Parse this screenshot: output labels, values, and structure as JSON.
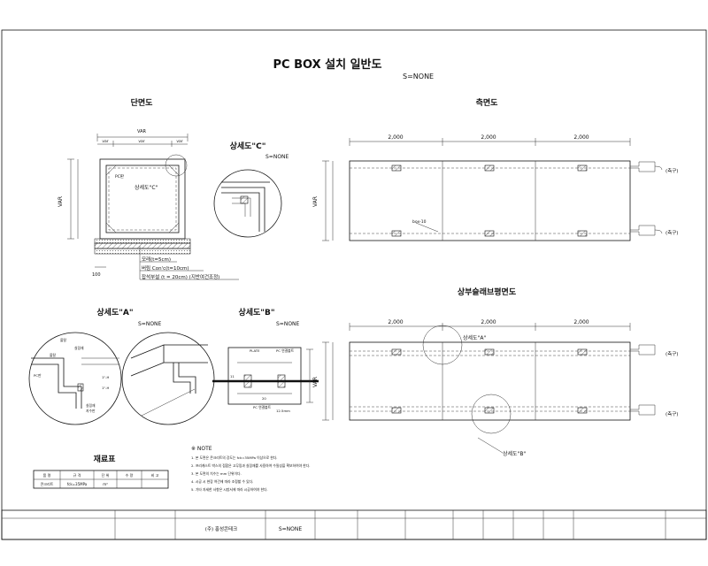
{
  "title": "PC BOX 설치 일반도",
  "scale": "S=NONE",
  "section": {
    "title": "단면도",
    "dim_top": "VAR",
    "dim_sub": [
      "var",
      "var",
      "var"
    ],
    "dim_side": "VAR",
    "dim_100": "100",
    "label_pc": "PC판",
    "label_detail_c": "상세도\"C\"",
    "layers": [
      "모래(t=5cm)",
      "버림 Con'c(t=10cm)",
      "잡석부설 (t = 20cm) (지반여건조정)"
    ]
  },
  "detail_c": {
    "title": "상세도\"C\"",
    "scale": "S=NONE"
  },
  "side": {
    "title": "측면도",
    "dims": [
      "2,000",
      "2,000",
      "2,000"
    ],
    "dim_side": "VAR",
    "rebar_note": "box-10",
    "end_labels": [
      "(측구)",
      "(측구)"
    ]
  },
  "detail_a": {
    "title": "상세도\"A\"",
    "scale": "S=NONE",
    "labels": [
      "몰탈",
      "실링재",
      "몰탈",
      "PC판",
      "1\"-H",
      "1\"-H",
      "실링재",
      "지수판"
    ]
  },
  "detail_b": {
    "title": "상세도\"B\"",
    "scale": "S=NONE",
    "labels": [
      "PLATE",
      "PC 연결볼트",
      "11",
      "20",
      "PC 연결볼트",
      "12.5mm"
    ]
  },
  "plan": {
    "title": "상부슬래브평면도",
    "dims": [
      "2,000",
      "2,000",
      "2,000"
    ],
    "dim_side": "VAR",
    "label_a": "상세도\"A\"",
    "label_b": "상세도\"B\"",
    "end_labels": [
      "(측구)",
      "(측구)"
    ]
  },
  "materials": {
    "title": "재료표",
    "headers": [
      "품 명",
      "규 격",
      "단 위",
      "수 량",
      "비 고"
    ],
    "row": [
      "콘크리트",
      "fck=35MPa",
      "m³",
      "",
      ""
    ]
  },
  "notes": {
    "title": "※ NOTE",
    "items": [
      "1. 본 도면은 콘크리트의 강도는 fck=35MPa 이상으로 한다.",
      "2. 프리캐스트 박스의 접합은 고무링과 실링재를 사용하여 수밀성을 확보하여야 한다.",
      "3. 본 도면의 치수는 mm 단위이다.",
      "4. 시공 시 현장 여건에 따라 조정할 수 있다.",
      "5. 기타 자세한 사항은 시방서에 따라 시공하여야 한다."
    ]
  },
  "title_block": {
    "company": "(주) 홍성콘테크",
    "scale": "S=NONE"
  }
}
